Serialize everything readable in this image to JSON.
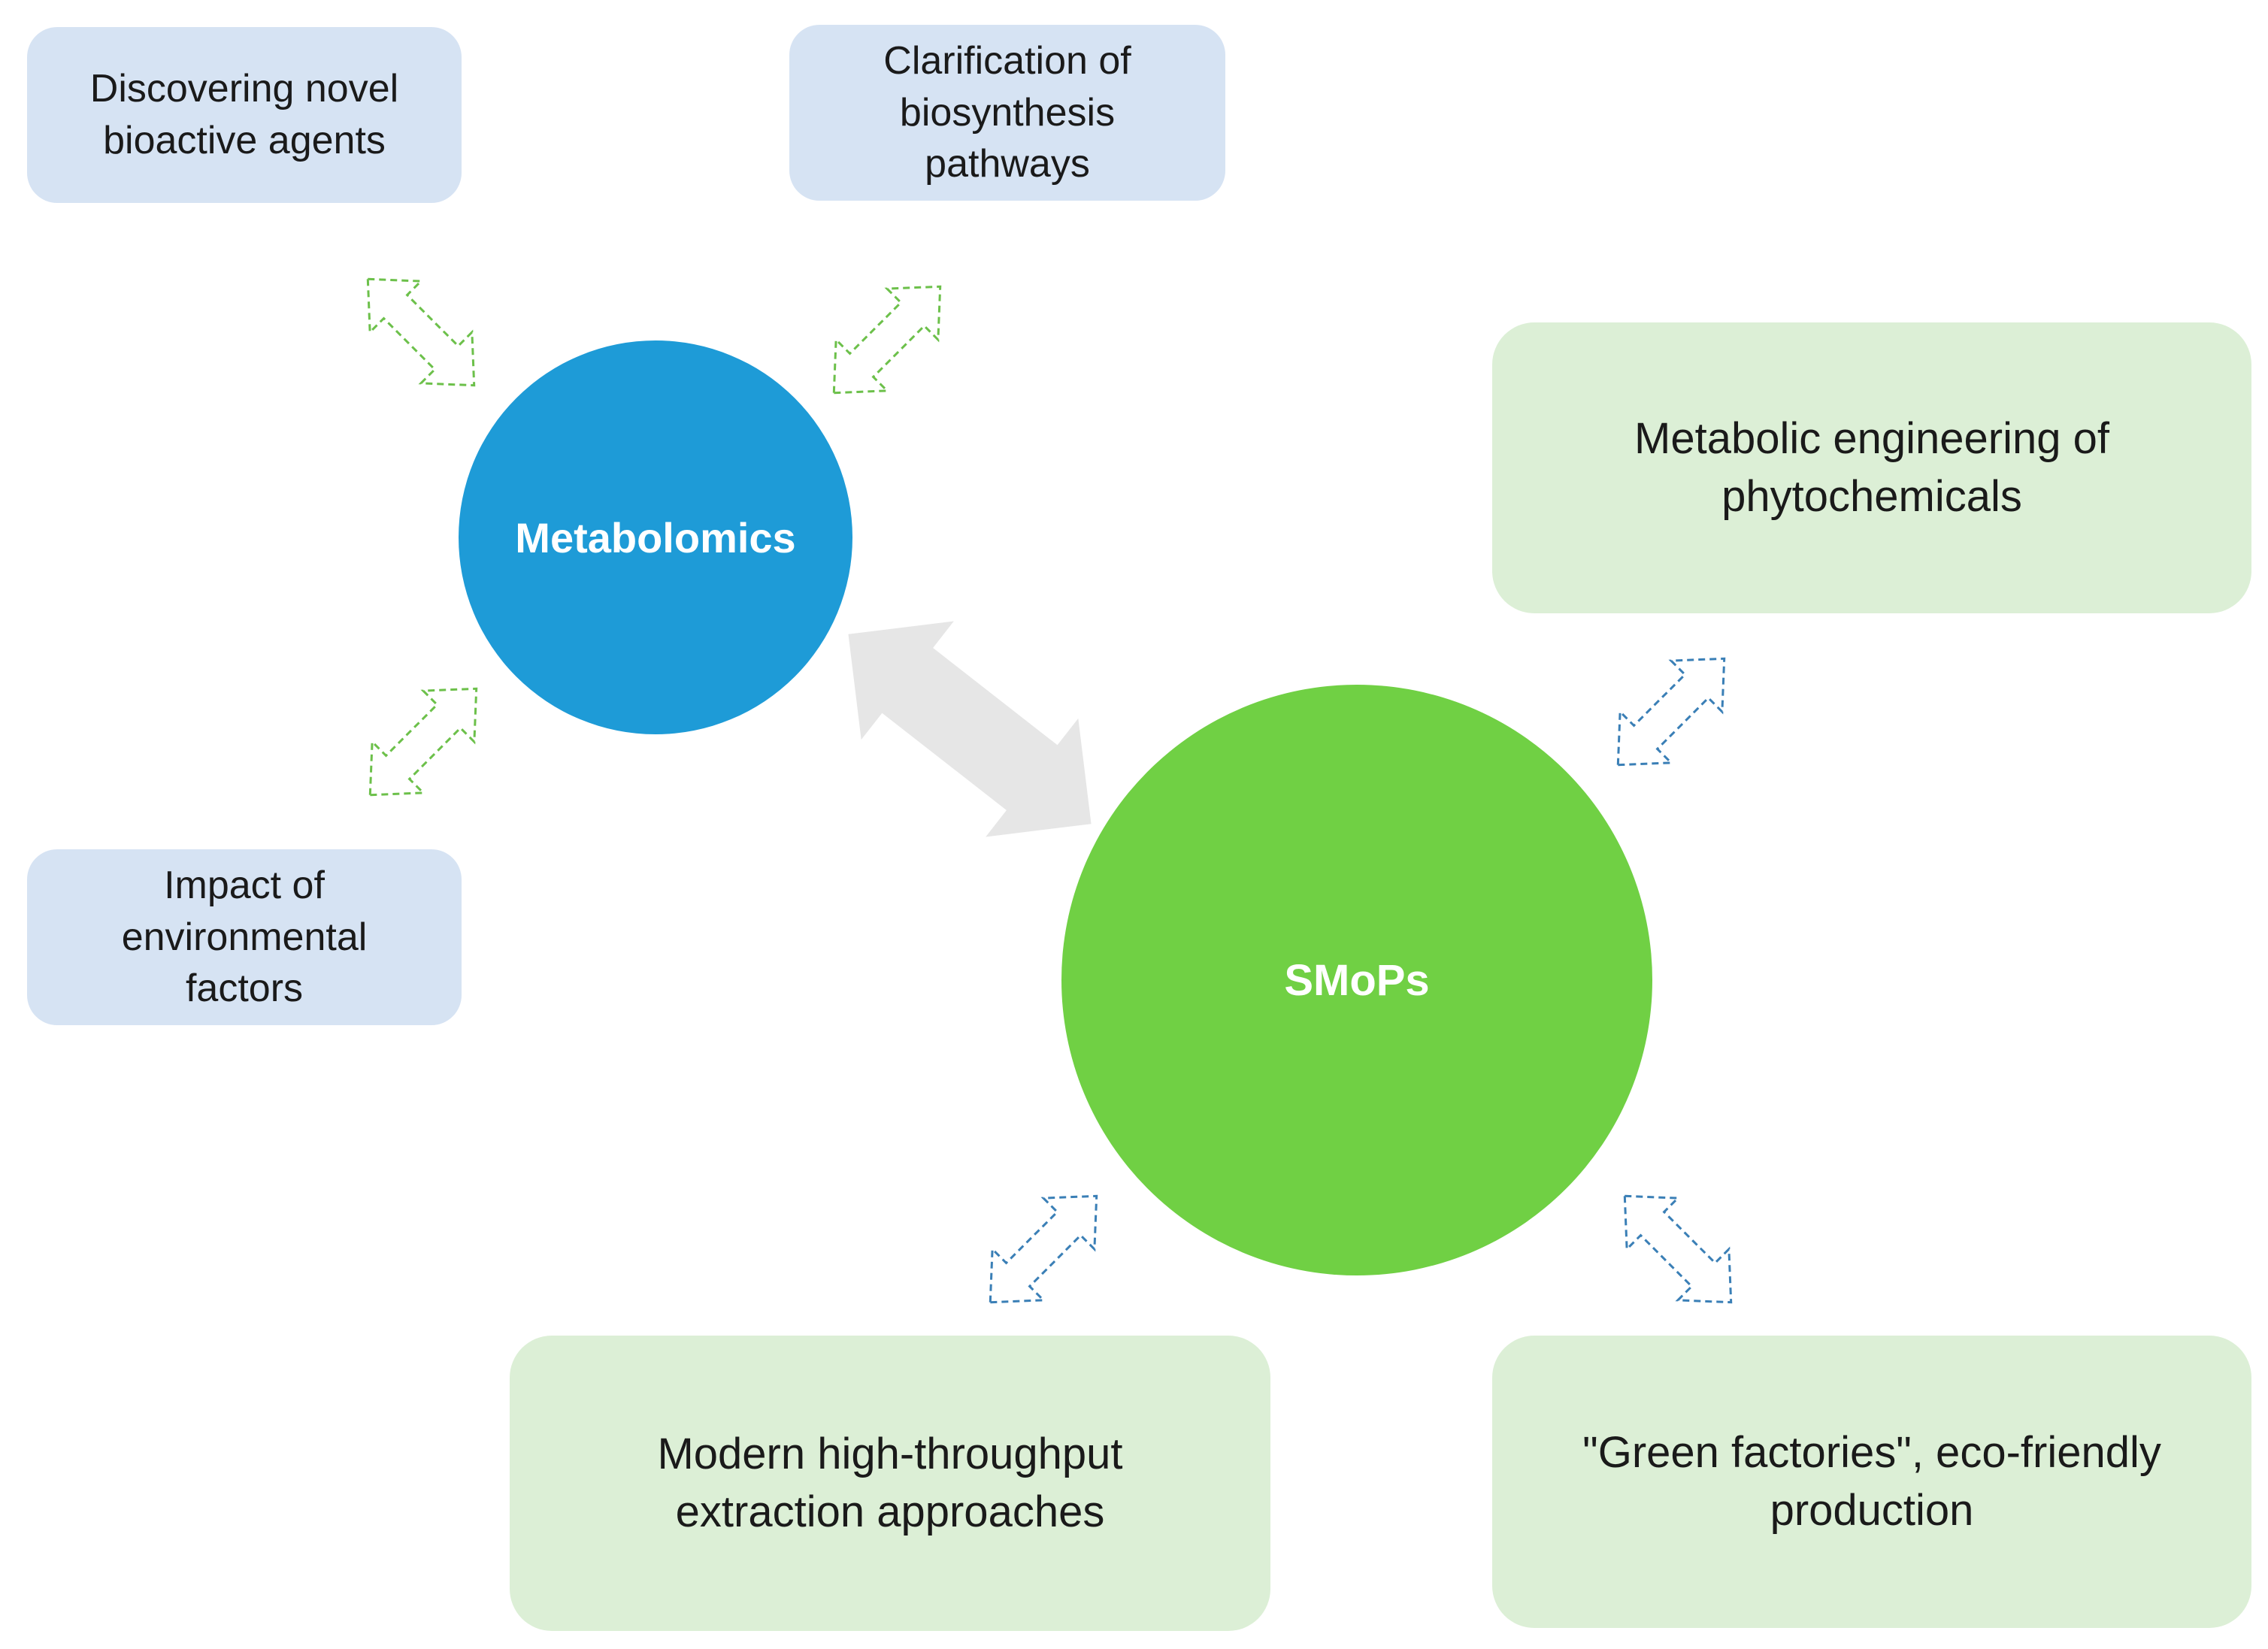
{
  "nodes": {
    "metabolomics": {
      "label": "Metabolomics",
      "color": "#1e9bd7"
    },
    "smops": {
      "label": "SMoPs",
      "color": "#70d044"
    }
  },
  "metabolomics_outcomes": [
    {
      "label": "Discovering novel bioactive agents"
    },
    {
      "label": "Clarification of biosynthesis pathways"
    },
    {
      "label": "Impact of environmental factors"
    }
  ],
  "smops_outcomes": [
    {
      "label": "Metabolic engineering of phytochemicals"
    },
    {
      "label": "Modern high-throughput extraction approaches"
    },
    {
      "label": "\"Green factories\", eco-friendly production"
    }
  ],
  "colors": {
    "blue_box": "#d6e3f3",
    "green_box": "#dcefd6",
    "blue_dashed_arrow": "#3a7fb6",
    "green_dashed_arrow": "#6cc04a",
    "central_arrow": "#e6e6e6"
  }
}
